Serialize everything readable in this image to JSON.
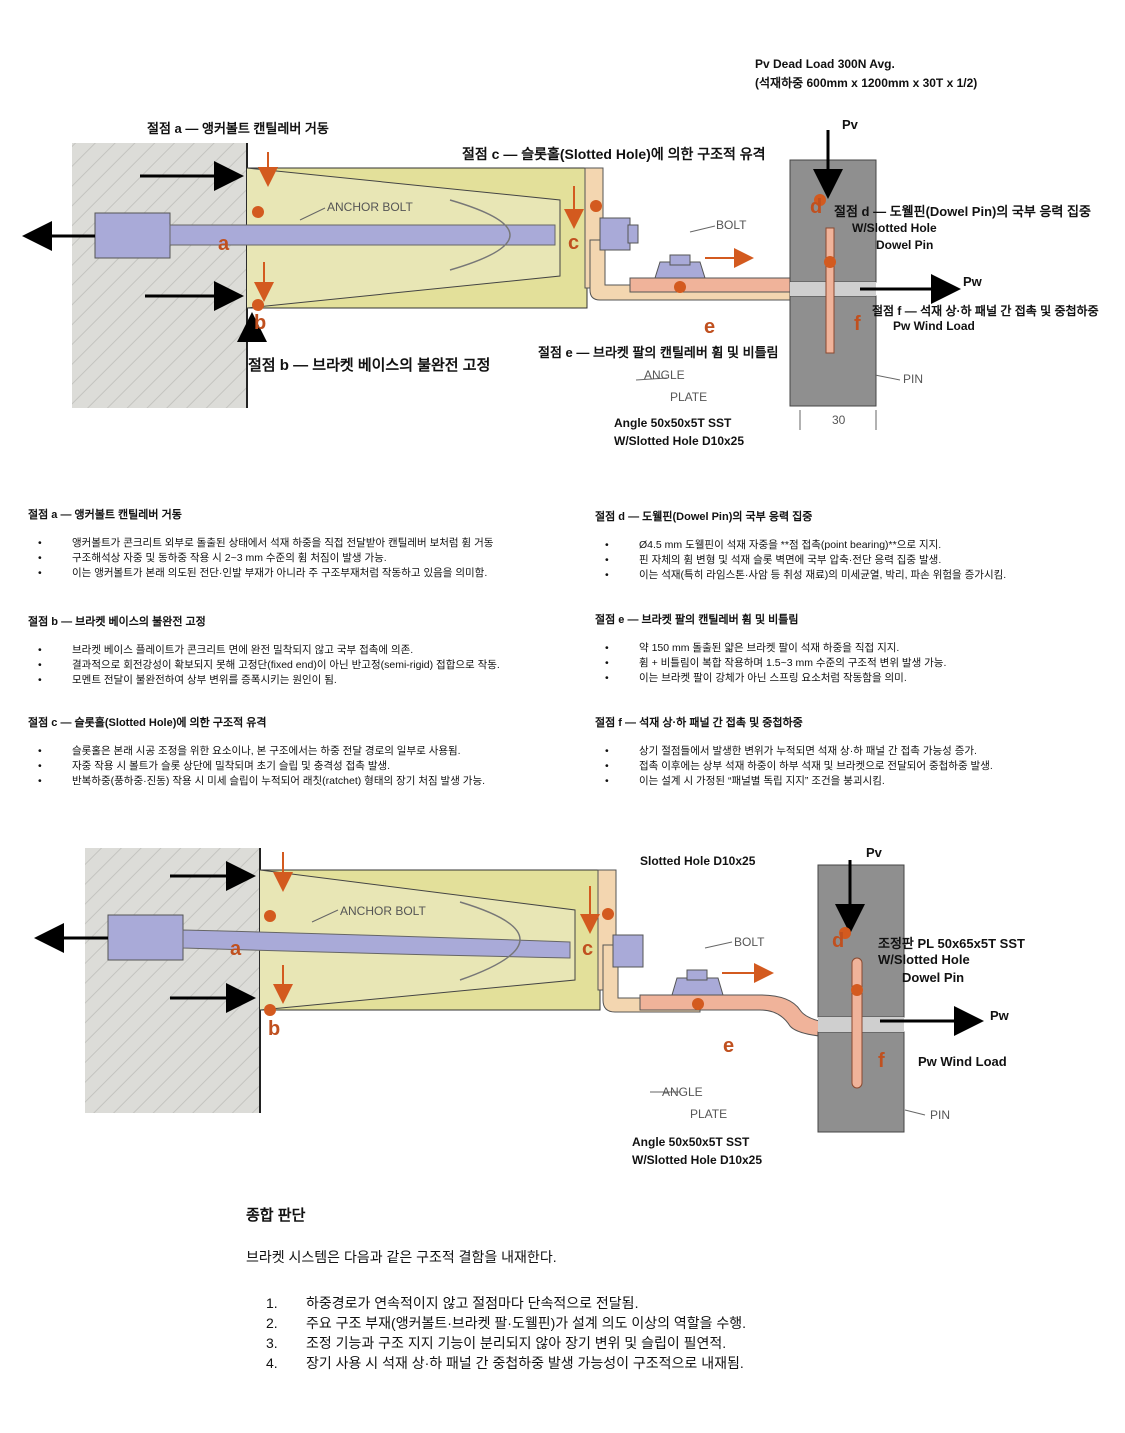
{
  "diagram1": {
    "load_title": "Pv Dead Load  300N Avg.",
    "load_sub": "(석재하중 600mm x 1200mm x 30T x 1/2)",
    "label_a": "절점 a — 앵커볼트 캔틸레버 거동",
    "label_b": "절점 b — 브라켓 베이스의 불완전 고정",
    "label_c": "절점 c — 슬롯홀(Slotted Hole)에 의한 구조적 유격",
    "label_d": "절점 d — 도웰핀(Dowel Pin)의 국부 응력 집중",
    "label_e": "절점 e — 브라켓 팔의 캔틸레버 휨 및 비틀림",
    "label_f": "절점 f — 석재 상·하 패널 간 접촉 및 중첩하중",
    "pv": "Pv",
    "pw": "Pw",
    "pw_wind": "Pw Wind Load",
    "slotted_hole": "W/Slotted Hole",
    "dowel_pin": "Dowel Pin",
    "anchor_bolt": "ANCHOR BOLT",
    "bolt": "BOLT",
    "angle": "ANGLE",
    "plate": "PLATE",
    "pin": "PIN",
    "dim30": "30",
    "angle_spec": "Angle  50x50x5T SST",
    "angle_slot": "W/Slotted Hole D10x25",
    "pt_a": "a",
    "pt_b": "b",
    "pt_c": "c",
    "pt_d": "d",
    "pt_e": "e",
    "pt_f": "f"
  },
  "notes": {
    "a": {
      "title": "절점 a — 앵커볼트 캔틸레버 거동",
      "items": [
        "앵커볼트가 콘크리트 외부로 돌출된 상태에서 석재 하중을 직접 전달받아 캔틸레버 보처럼 휨 거동",
        "구조해석상 자중 및 동하중 작용 시 2~3 mm 수준의 휨 처짐이 발생 가능.",
        "이는 앵커볼트가 본래 의도된 전단·인발 부재가 아니라 주 구조부재처럼 작동하고 있음을 의미함."
      ]
    },
    "b": {
      "title": "절점 b — 브라켓 베이스의 불완전 고정",
      "items": [
        "브라켓 베이스 플레이트가 콘크리트 면에 완전 밀착되지 않고 국부 접촉에 의존.",
        "결과적으로 회전강성이 확보되지 못해 고정단(fixed end)이 아닌 반고정(semi-rigid) 접합으로 작동.",
        "모멘트 전달이 불완전하여 상부 변위를 증폭시키는 원인이 됨."
      ]
    },
    "c": {
      "title": "절점 c — 슬롯홀(Slotted Hole)에 의한 구조적 유격",
      "items": [
        "슬롯홀은 본래 시공 조정을 위한 요소이나, 본 구조에서는 하중 전달 경로의 일부로 사용됨.",
        "자중 작용 시 볼트가 슬롯 상단에 밀착되며 초기 슬립 및 충격성 접촉 발생.",
        "반복하중(풍하중·진동) 작용 시 미세 슬립이 누적되어 래칫(ratchet) 형태의 장기 처짐 발생 가능."
      ]
    },
    "d": {
      "title": "절점 d — 도웰핀(Dowel Pin)의 국부 응력 집중",
      "items": [
        "Ø4.5 mm 도웰핀이 석재 자중을 **점 접촉(point bearing)**으로 지지.",
        "핀 자체의 휨 변형 및 석재 슬롯 벽면에 국부 압축·전단 응력 집중 발생.",
        "이는 석재(특히 라임스톤·사암 등 취성 재료)의 미세균열, 박리, 파손 위험을 증가시킴."
      ]
    },
    "e": {
      "title": "절점 e — 브라켓 팔의 캔틸레버 휨 및 비틀림",
      "items": [
        "약 150 mm 돌출된 얇은 브라켓 팔이 석재 하중을 직접 지지.",
        "휨 + 비틀림이 복합 작용하며 1.5~3 mm 수준의 구조적 변위 발생 가능.",
        "이는 브라켓 팔이 강체가 아닌 스프링 요소처럼 작동함을 의미."
      ]
    },
    "f": {
      "title": "절점 f — 석재 상·하 패널 간 접촉 및 중첩하중",
      "items": [
        "상기 절점들에서 발생한 변위가 누적되면 석재 상·하 패널 간 접촉 가능성 증가.",
        "접촉 이후에는 상부 석재 하중이 하부 석재 및 브라켓으로 전달되어 중첩하중 발생.",
        "이는 설계 시 가정된 “패널별 독립 지지” 조건을 붕괴시킴."
      ]
    }
  },
  "diagram2": {
    "slotted_title": "Slotted Hole D10x25",
    "plate_spec": "조정판 PL  50x65x5T SST",
    "slotted_hole": "W/Slotted Hole",
    "dowel_pin": "Dowel Pin",
    "pv": "Pv",
    "pw": "Pw",
    "pw_wind": "Pw Wind Load",
    "anchor_bolt": "ANCHOR BOLT",
    "bolt": "BOLT",
    "angle": "ANGLE",
    "plate": "PLATE",
    "pin": "PIN",
    "angle_spec": "Angle  50x50x5T SST",
    "angle_slot": "W/Slotted Hole D10x25",
    "pt_a": "a",
    "pt_b": "b",
    "pt_c": "c",
    "pt_d": "d",
    "pt_e": "e",
    "pt_f": "f"
  },
  "summary": {
    "title": "종합 판단",
    "intro": "브라켓 시스템은 다음과 같은 구조적 결함을 내재한다.",
    "items": [
      {
        "n": "1.",
        "text": "하중경로가 연속적이지 않고 절점마다 단속적으로 전달됨."
      },
      {
        "n": "2.",
        "text": "주요 구조 부재(앵커볼트·브라켓 팔·도웰핀)가 설계 의도 이상의 역할을 수행."
      },
      {
        "n": "3.",
        "text": "조정 기능과 구조 지지 기능이 분리되지 않아 장기 변위 및 슬립이 필연적."
      },
      {
        "n": "4.",
        "text": "장기 사용 시 석재 상·하 패널 간 중첩하중 발생 가능성이 구조적으로 내재됨."
      }
    ]
  },
  "colors": {
    "concrete": "#dcdcd8",
    "bracket": "#e3e09a",
    "bolt": "#a9aad8",
    "plate": "#f0b39a",
    "stone": "#8f8f8f",
    "accent": "#d35a1f"
  }
}
